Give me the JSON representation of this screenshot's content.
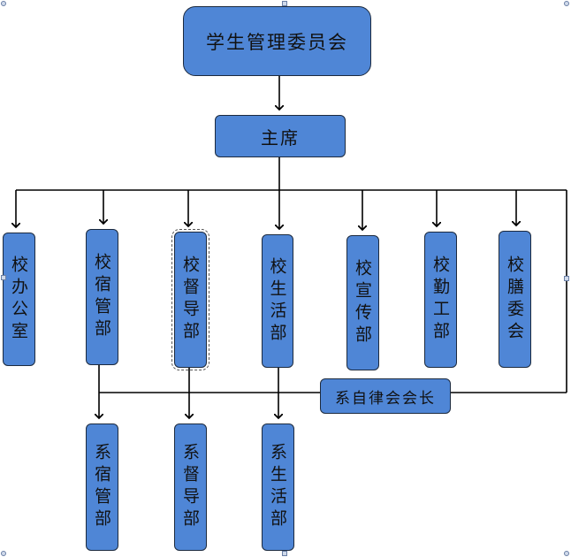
{
  "diagram": {
    "root": "学生管理委员会",
    "chair": "主席",
    "departments": [
      "校办公室",
      "校宿管部",
      "校督导部",
      "校生活部",
      "校宣传部",
      "校勤工部",
      "校膳委会"
    ],
    "sub_departments": [
      "系宿管部",
      "系督导部",
      "系生活部"
    ],
    "council_head": "系自律会会长"
  }
}
